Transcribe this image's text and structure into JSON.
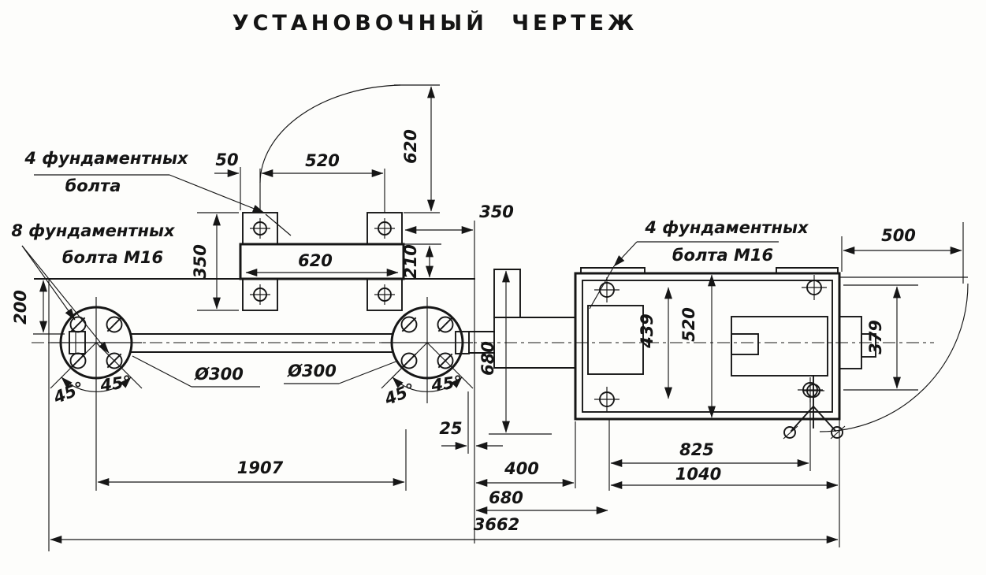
{
  "title": "УСТАНОВОЧНЫЙ ЧЕРТЕЖ",
  "labels": {
    "bolts4_left": {
      "line1": "4 фундаментных",
      "line2": "болта"
    },
    "bolts8_left": {
      "line1": "8 фундаментных",
      "line2": "болта М16"
    },
    "bolts4_right": {
      "line1": "4 фундаментных",
      "line2": "болта М16"
    }
  },
  "dimensions": {
    "d50": "50",
    "d520_top": "520",
    "d620_vert": "620",
    "d620_plate": "620",
    "d350_plate": "350",
    "d210": "210",
    "d350_mid": "350",
    "d200": "200",
    "d680_vert": "680",
    "d25": "25",
    "d400": "400",
    "d680_bottom": "680",
    "d1907": "1907",
    "d825": "825",
    "d1040": "1040",
    "d3662": "3662",
    "d500": "500",
    "d439": "439",
    "d520_machine": "520",
    "d379": "379",
    "dia300_left": "Ø300",
    "dia300_right": "Ø300",
    "a45_1": "45°",
    "a45_2": "45°",
    "a45_3": "45°",
    "a45_4": "45°"
  }
}
